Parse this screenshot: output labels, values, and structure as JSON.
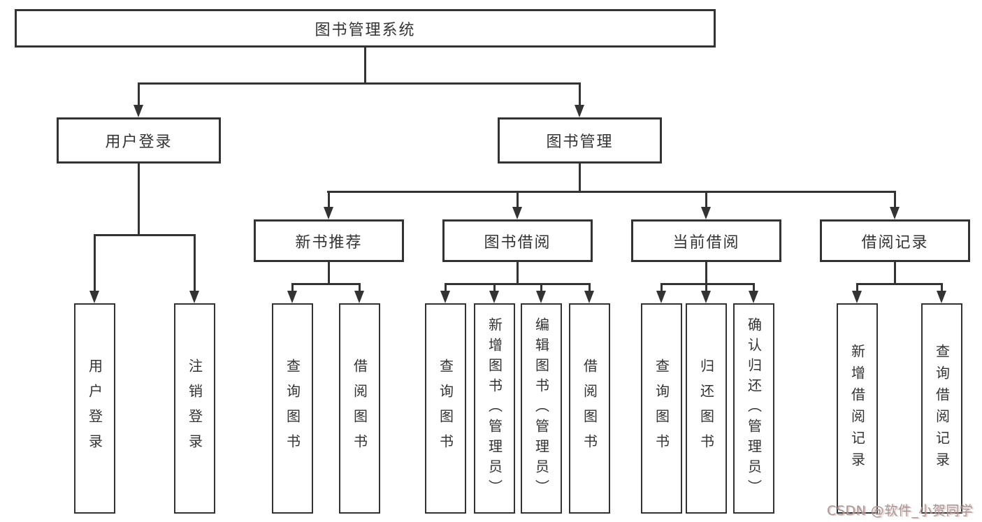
{
  "nodes": {
    "root": {
      "label": "图书管理系统"
    },
    "level2": [
      {
        "label": "用户登录"
      },
      {
        "label": "图书管理"
      }
    ],
    "level3": [
      {
        "label": "新书推荐",
        "parent": "图书管理"
      },
      {
        "label": "图书借阅",
        "parent": "图书管理"
      },
      {
        "label": "当前借阅",
        "parent": "图书管理"
      },
      {
        "label": "借阅记录",
        "parent": "图书管理"
      }
    ],
    "leaves": [
      {
        "label": "用户登录",
        "parent": "用户登录"
      },
      {
        "label": "注销登录",
        "parent": "用户登录"
      },
      {
        "label": "查询图书",
        "parent": "新书推荐"
      },
      {
        "label": "借阅图书",
        "parent": "新书推荐"
      },
      {
        "label": "查询图书",
        "parent": "图书借阅"
      },
      {
        "label": "新增图书（管理员）",
        "parent": "图书借阅"
      },
      {
        "label": "编辑图书（管理员）",
        "parent": "图书借阅"
      },
      {
        "label": "借阅图书",
        "parent": "图书借阅"
      },
      {
        "label": "查询图书",
        "parent": "当前借阅"
      },
      {
        "label": "归还图书",
        "parent": "当前借阅"
      },
      {
        "label": "确认归还（管理员）",
        "parent": "当前借阅"
      },
      {
        "label": "新增借阅记录",
        "parent": "借阅记录"
      },
      {
        "label": "查询借阅记录",
        "parent": "借阅记录"
      }
    ]
  },
  "watermark": {
    "text": "CSDN @软件_小贺同学"
  },
  "colors": {
    "line": "#333333",
    "text": "#333333",
    "box_background": "#ffffff",
    "page_background": "#ffffff",
    "watermark_text": "#9c9c9c"
  }
}
